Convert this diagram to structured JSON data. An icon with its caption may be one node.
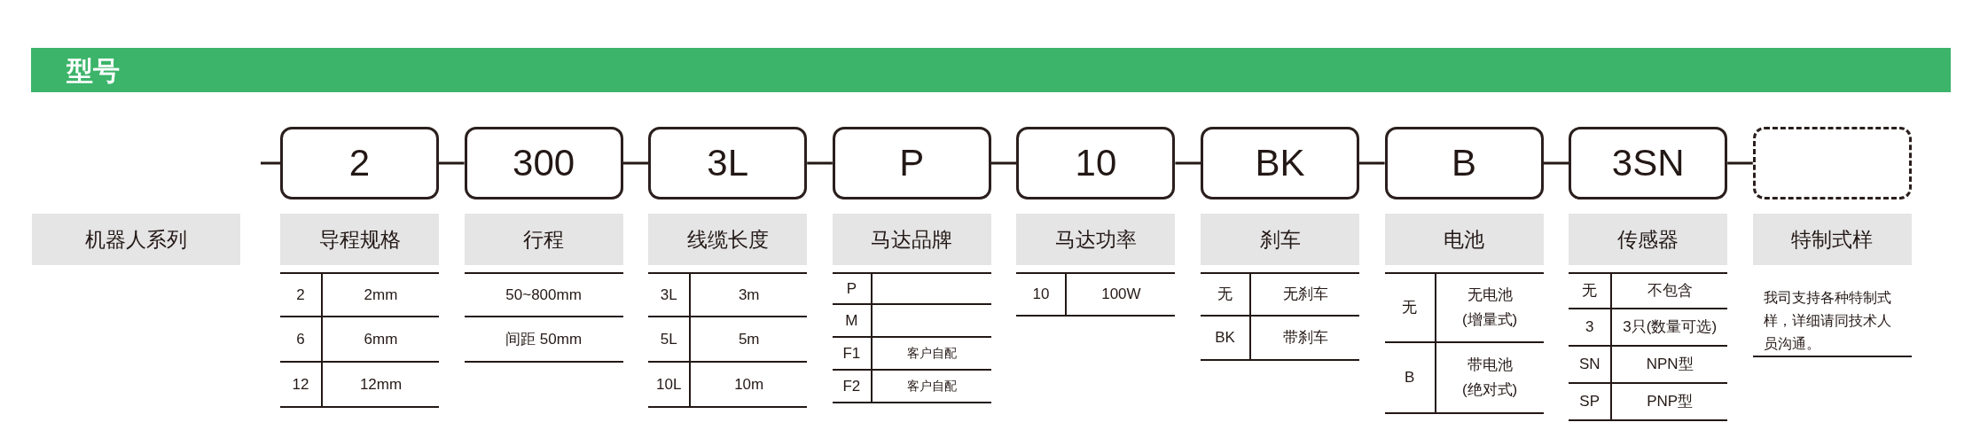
{
  "diagram": {
    "title": "型号",
    "nodes": [
      {
        "text": [
          "2"
        ]
      },
      {
        "text": [
          "300"
        ]
      },
      {
        "text": [
          "3L"
        ]
      },
      {
        "text": [
          "P"
        ]
      },
      {
        "text": [
          "10"
        ]
      },
      {
        "text": [
          "BK"
        ]
      },
      {
        "text": [
          "B"
        ]
      },
      {
        "text": [
          "3SN"
        ]
      },
      {
        "text": [],
        "shape": "box"
      },
      {
        "text": [
          "机器人系列"
        ]
      },
      {
        "text": [
          "导程规格"
        ]
      },
      {
        "text": [
          "行程"
        ]
      },
      {
        "text": [
          "线缆长度"
        ]
      },
      {
        "text": [
          "马达品牌"
        ]
      },
      {
        "text": [
          "马达功率"
        ]
      },
      {
        "text": [
          "刹车"
        ]
      },
      {
        "text": [
          "电池"
        ]
      },
      {
        "text": [
          "传感器"
        ]
      },
      {
        "text": [
          "特制式样"
        ]
      },
      {
        "text": [
          "2",
          "2mm"
        ]
      },
      {
        "text": [
          "6",
          "6mm"
        ]
      },
      {
        "text": [
          "12",
          "12mm"
        ]
      },
      {
        "text": [
          "50~800mm"
        ]
      },
      {
        "text": [
          "间距 50mm"
        ]
      },
      {
        "text": [
          "3L",
          "3m"
        ]
      },
      {
        "text": [
          "5L",
          "5m"
        ]
      },
      {
        "text": [
          "10L",
          "10m"
        ]
      },
      {
        "text": [
          "P"
        ]
      },
      {
        "text": [
          "M"
        ]
      },
      {
        "text": [
          "F1",
          "客户自配"
        ]
      },
      {
        "text": [
          "F2",
          "客户自配"
        ]
      },
      {
        "text": [
          "10",
          "100W"
        ]
      },
      {
        "text": [
          "无",
          "无刹车"
        ]
      },
      {
        "text": [
          "BK",
          "带刹车"
        ]
      },
      {
        "text": [
          "无",
          "无电池(增量式)"
        ]
      },
      {
        "text": [
          "B",
          "带电池(绝对式)"
        ]
      },
      {
        "text": [
          "无",
          "不包含"
        ]
      },
      {
        "text": [
          "3",
          "3只(数量可选)"
        ]
      },
      {
        "text": [
          "SN",
          "NPN型"
        ]
      },
      {
        "text": [
          "SP",
          "PNP型"
        ]
      },
      {
        "text": [
          "我司支持各种特制式样，详细请同技术人员沟通。"
        ]
      }
    ],
    "edges": [
      {
        "from": null,
        "to": 0,
        "arrow": "none"
      },
      {
        "from": 0,
        "to": 1,
        "arrow": "none"
      },
      {
        "from": 1,
        "to": 2,
        "arrow": "none"
      },
      {
        "from": 2,
        "to": 3,
        "arrow": "none"
      },
      {
        "from": 3,
        "to": 4,
        "arrow": "none"
      },
      {
        "from": 4,
        "to": 5,
        "arrow": "none"
      },
      {
        "from": 5,
        "to": 6,
        "arrow": "none"
      },
      {
        "from": 6,
        "to": 7,
        "arrow": "none"
      },
      {
        "from": 7,
        "to": 8,
        "arrow": "none"
      }
    ]
  }
}
